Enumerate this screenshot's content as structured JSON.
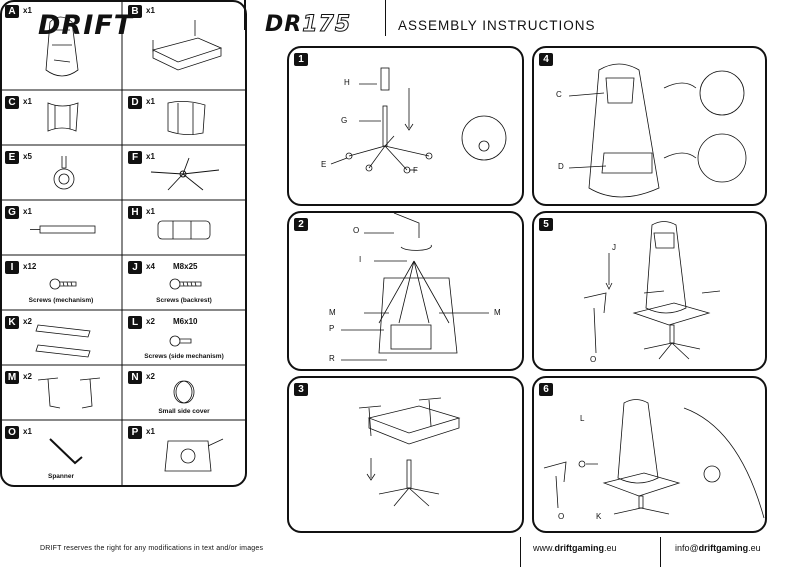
{
  "header": {
    "logo_text": "DRIFT",
    "model_prefix": "DR",
    "model_number": "175",
    "title": "ASSEMBLY INSTRUCTIONS"
  },
  "parts": [
    {
      "letter": "A",
      "qty": "x1",
      "spec": "",
      "caption": ""
    },
    {
      "letter": "B",
      "qty": "x1",
      "spec": "",
      "caption": ""
    },
    {
      "letter": "C",
      "qty": "x1",
      "spec": "",
      "caption": ""
    },
    {
      "letter": "D",
      "qty": "x1",
      "spec": "",
      "caption": ""
    },
    {
      "letter": "E",
      "qty": "x5",
      "spec": "",
      "caption": ""
    },
    {
      "letter": "F",
      "qty": "x1",
      "spec": "",
      "caption": ""
    },
    {
      "letter": "G",
      "qty": "x1",
      "spec": "",
      "caption": ""
    },
    {
      "letter": "H",
      "qty": "x1",
      "spec": "",
      "caption": ""
    },
    {
      "letter": "I",
      "qty": "x12",
      "spec": "",
      "caption": "Screws (mechanism)"
    },
    {
      "letter": "J",
      "qty": "x4",
      "spec": "M8x25",
      "caption": "Screws (backrest)"
    },
    {
      "letter": "K",
      "qty": "x2",
      "spec": "",
      "caption": ""
    },
    {
      "letter": "L",
      "qty": "x2",
      "spec": "M6x10",
      "caption": "Screws (side mechanism)"
    },
    {
      "letter": "M",
      "qty": "x2",
      "spec": "",
      "caption": ""
    },
    {
      "letter": "N",
      "qty": "x2",
      "spec": "",
      "caption": "Small side cover"
    },
    {
      "letter": "O",
      "qty": "x1",
      "spec": "",
      "caption": "Spanner"
    },
    {
      "letter": "P",
      "qty": "x1",
      "spec": "",
      "caption": ""
    }
  ],
  "steps": [
    {
      "number": "1",
      "labels": [
        "H",
        "G",
        "E",
        "F"
      ]
    },
    {
      "number": "2",
      "labels": [
        "O",
        "I",
        "M",
        "M",
        "P",
        "R"
      ]
    },
    {
      "number": "3",
      "labels": []
    },
    {
      "number": "4",
      "labels": [
        "C",
        "D"
      ]
    },
    {
      "number": "5",
      "labels": [
        "J",
        "O"
      ]
    },
    {
      "number": "6",
      "labels": [
        "L",
        "O",
        "K"
      ]
    }
  ],
  "footer": {
    "disclaimer": "DRIFT reserves the right for any modifications in text and/or images",
    "website_prefix": "www.",
    "website_brand": "driftgaming",
    "website_suffix": ".eu",
    "email_prefix": "info@",
    "email_brand": "driftgaming",
    "email_suffix": ".eu"
  }
}
